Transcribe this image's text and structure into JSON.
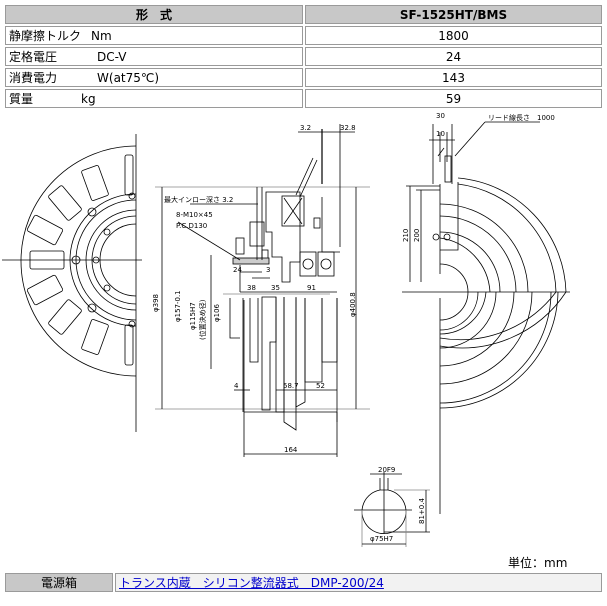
{
  "spec_table": {
    "header_label": "形　式",
    "header_value": "SF-1525HT/BMS",
    "rows": [
      {
        "label": "静摩擦トルク",
        "unit": "Nm",
        "value": "1800"
      },
      {
        "label": "定格電圧",
        "unit": "DC-V",
        "value": "24"
      },
      {
        "label": "消費電力",
        "unit": "W(at75℃)",
        "value": "143"
      },
      {
        "label": "質量",
        "unit": "kg",
        "value": "59"
      }
    ]
  },
  "drawing": {
    "dims": {
      "d3_2": "3.2",
      "d32_8": "32.8",
      "max_spigot": "最大インロー深さ 3.2",
      "bolts": "8-M10×45",
      "pcd": "P.C.D130",
      "d24": "24",
      "d3": "3",
      "d38": "38",
      "d35": "35",
      "d91": "91",
      "phi398": "φ398",
      "phi157": "φ157-0.1",
      "phi115": "φ115H7",
      "locating": "(位置決め径)",
      "phi106": "φ106",
      "phi400_8": "φ400.8",
      "d4": "4",
      "d58_7": "58.7",
      "d52": "52",
      "d164": "164",
      "d30": "30",
      "d10": "10",
      "lead_wire": "リード線長さ　1000",
      "d210": "210",
      "d200": "200",
      "keyway": "20F9",
      "key_height": "81+0.4",
      "bore": "φ75H7"
    }
  },
  "unit_note": "単位：mm",
  "power_table": {
    "label": "電源箱",
    "link_text": "トランス内蔵　シリコン整流器式　DMP-200/24"
  }
}
